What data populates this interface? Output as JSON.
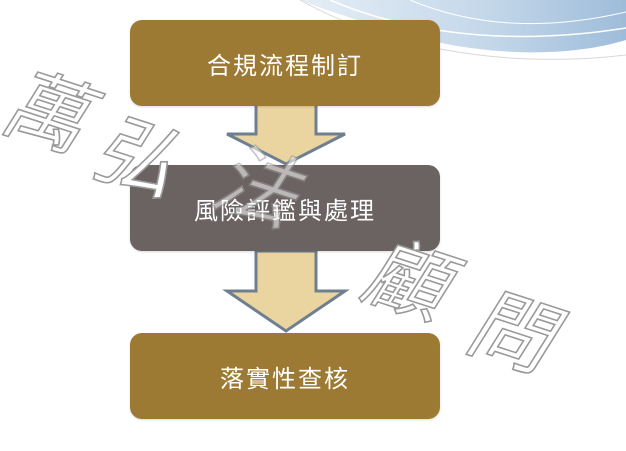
{
  "colors": {
    "box_gold": "#9d7a34",
    "box_gray": "#6b6262",
    "arrow_fill": "#ead4a0",
    "arrow_stroke": "#6d7f90",
    "watermark_fill": "#ffffff",
    "watermark_stroke": "#9a9a9a"
  },
  "flow": {
    "steps": [
      {
        "label": "合規流程制訂"
      },
      {
        "label": "風險評鑑與處理"
      },
      {
        "label": "落實性查核"
      }
    ]
  },
  "watermark": {
    "text": "萬弘法顧問"
  }
}
